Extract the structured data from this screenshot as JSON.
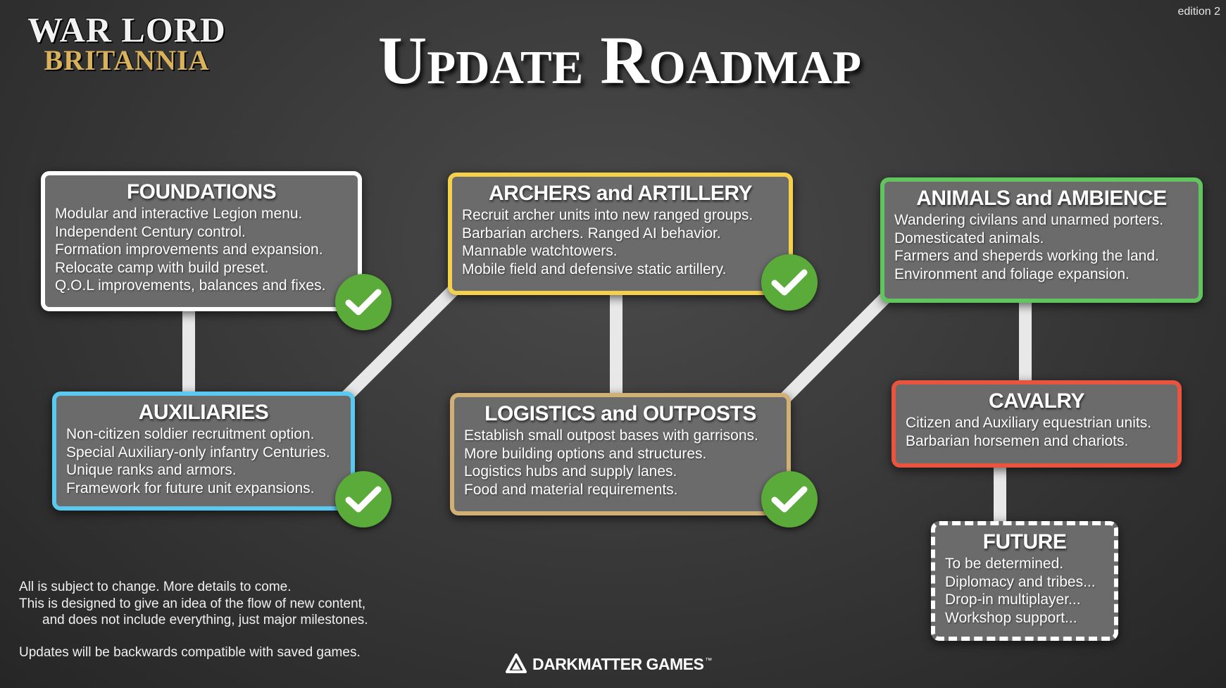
{
  "edition": "edition 2",
  "logo": {
    "line1": "WAR LORD",
    "line2": "BRITANNIA"
  },
  "title": "Update Roadmap",
  "colors": {
    "foundations": "#ffffff",
    "auxiliaries": "#5bc8f0",
    "archers": "#f5d04a",
    "logistics": "#d1b075",
    "animals": "#62c45e",
    "cavalry": "#e8553e",
    "future": "#ffffff",
    "check": "#5bab3b"
  },
  "cards": {
    "foundations": {
      "title": "FOUNDATIONS",
      "items": [
        "Modular and interactive Legion menu.",
        "Independent Century control.",
        "Formation improvements and expansion.",
        "Relocate camp with build preset.",
        "Q.O.L improvements, balances and fixes."
      ]
    },
    "auxiliaries": {
      "title": "AUXILIARIES",
      "items": [
        "Non-citizen soldier recruitment option.",
        "Special Auxiliary-only infantry Centuries.",
        "Unique ranks and armors.",
        "Framework for future unit expansions."
      ]
    },
    "archers": {
      "title": "ARCHERS and ARTILLERY",
      "items": [
        "Recruit archer units into new ranged groups.",
        "Barbarian archers. Ranged AI behavior.",
        "Mannable watchtowers.",
        "Mobile field and defensive static artillery."
      ]
    },
    "logistics": {
      "title": "LOGISTICS and OUTPOSTS",
      "items": [
        "Establish small outpost bases with garrisons.",
        "More building options and structures.",
        "Logistics hubs and supply lanes.",
        "Food and material requirements."
      ]
    },
    "animals": {
      "title": "ANIMALS and AMBIENCE",
      "items": [
        "Wandering civilans and unarmed porters.",
        "Domesticated animals.",
        "Farmers and sheperds working the land.",
        "Environment and foliage expansion."
      ]
    },
    "cavalry": {
      "title": "CAVALRY",
      "items": [
        "Citizen and Auxiliary equestrian units.",
        "Barbarian horsemen and chariots."
      ]
    },
    "future": {
      "title": "FUTURE",
      "items": [
        "To be determined.",
        "Diplomacy and tribes...",
        "Drop-in multiplayer...",
        "Workshop support..."
      ]
    }
  },
  "notes": {
    "line1": "All is subject to change. More details to come.",
    "line2": "This is designed to give an idea of the flow of new content,",
    "line3": "and does not include everything, just major milestones.",
    "line4": "Updates will be backwards compatible with saved games."
  },
  "brand": {
    "name": "DARKMATTER GAMES",
    "tm": "™"
  }
}
